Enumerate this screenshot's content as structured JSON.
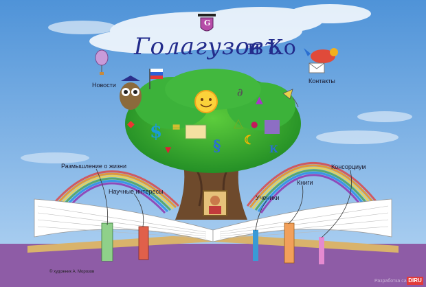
{
  "logo": {
    "main": "Голагузовъ",
    "suffix": "и Ко",
    "monogram": "G"
  },
  "nav": {
    "news": "Новости",
    "contacts": "Контакты",
    "reflections": "Размышление о жизни",
    "interests": "Научные интересы",
    "students": "Ученики",
    "books": "Книги",
    "consortium": "Консорциум"
  },
  "footer": {
    "credit": "© художник А. Морозов",
    "developer": "Разработка сайта",
    "badge": "DIRU"
  },
  "colors": {
    "sky": "#6aa6df",
    "ground": "#8e5ca6",
    "tree": "#2fa82f",
    "logo": "#232c8c"
  }
}
